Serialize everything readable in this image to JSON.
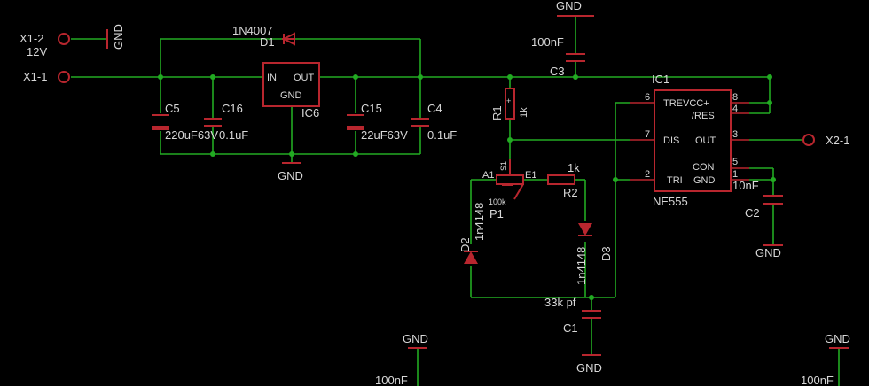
{
  "connectors": {
    "x1_2": "X1-2",
    "x1_2_volt": "12V",
    "x1_1": "X1-1",
    "x2_1": "X2-1"
  },
  "labels": {
    "gnd": "GND",
    "d1_part": "1N4007",
    "d1": "D1",
    "ic6_in": "IN",
    "ic6_out": "OUT",
    "ic6_gnd": "GND",
    "ic6": "IC6",
    "c5": "C5",
    "c5_val": "220uF63V",
    "c16": "C16",
    "c16_val": "0.1uF",
    "c15": "C15",
    "c15_val": "22uF63V",
    "c4": "C4",
    "c4_val": "0.1uF",
    "c3": "C3",
    "c3_val": "100nF",
    "r1": "R1",
    "r1_val": "1k",
    "s1": "S1",
    "a1": "A1",
    "e1": "E1",
    "p1_val": "100k",
    "p1": "P1",
    "r2_val": "1k",
    "r2": "R2",
    "d2": "D2",
    "d2_part": "1n4148",
    "d3": "D3",
    "d3_part": "1n4148",
    "c1_val": "33k pf",
    "c1": "C1",
    "ic1": "IC1",
    "ic1_part": "NE555",
    "tre_vcc": "TREVCC+",
    "res": "/RES",
    "dis": "DIS",
    "out": "OUT",
    "con": "CON",
    "tri": "TRI",
    "gnd_pin": "GND",
    "pin6": "6",
    "pin7": "7",
    "pin2": "2",
    "pin8": "8",
    "pin4": "4",
    "pin3": "3",
    "pin5": "5",
    "pin1": "1",
    "c2": "C2",
    "c2_val": "10nF",
    "bottom_cap_left": "100nF",
    "bottom_cap_right": "100nF"
  }
}
